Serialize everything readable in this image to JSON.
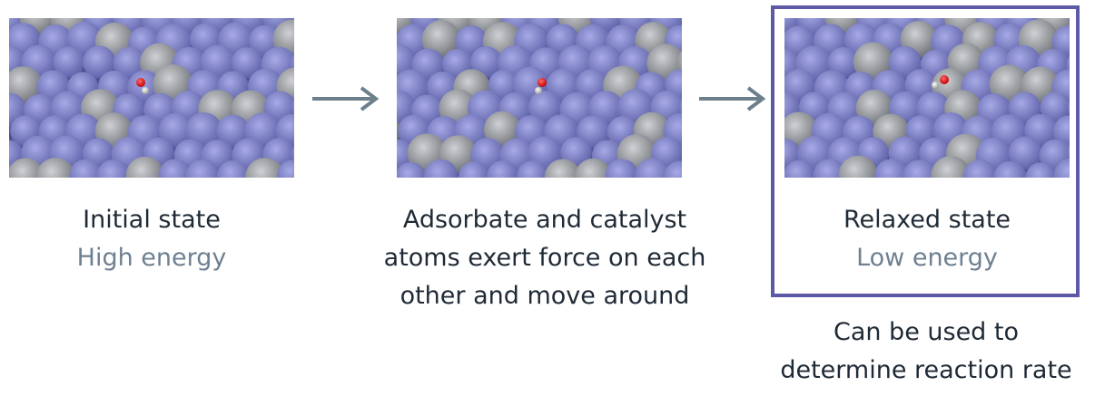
{
  "colors": {
    "catalyst_blue": "#8a8ed2",
    "catalyst_gray": "#9fa2a8",
    "adsorbate_red": "#ff1010",
    "arrow": "#6e7f8c",
    "highlight_border": "#5c5aa6",
    "text_primary": "#1f2a36",
    "text_secondary": "#6e8091"
  },
  "steps": [
    {
      "title": "Initial state",
      "subtitle": "High energy"
    },
    {
      "lines": [
        "Adsorbate and catalyst",
        "atoms exert force on each",
        "other and move around"
      ]
    },
    {
      "title": "Relaxed state",
      "subtitle": "Low energy"
    }
  ],
  "note": {
    "lines": [
      "Can be used to",
      "determine reaction rate"
    ]
  }
}
